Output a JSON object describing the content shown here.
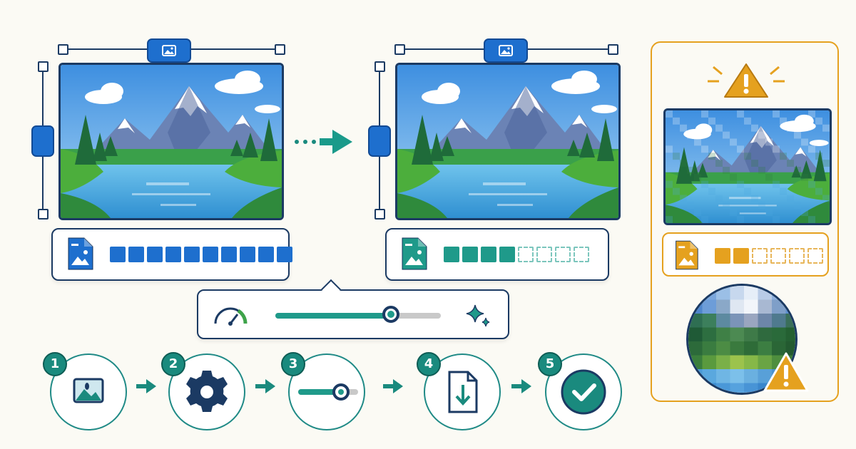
{
  "steps": [
    {
      "number": "1",
      "icon": "image-icon"
    },
    {
      "number": "2",
      "icon": "gear-icon"
    },
    {
      "number": "3",
      "icon": "slider-icon"
    },
    {
      "number": "4",
      "icon": "download-file-icon"
    },
    {
      "number": "5",
      "icon": "checkmark-icon"
    }
  ],
  "file_size_bars": {
    "original": {
      "filled": 10,
      "total": 10,
      "color": "#1e6fce"
    },
    "optimized": {
      "filled": 4,
      "total": 8,
      "color": "#1f9a8a"
    },
    "over_compressed": {
      "filled": 2,
      "total": 6,
      "color": "#e5a11f"
    }
  },
  "quality_slider": {
    "level": 0.7,
    "icons": [
      "speedometer-icon",
      "sparkle-icon"
    ]
  },
  "colors": {
    "blue": "#1e6fce",
    "teal": "#1f9a8a",
    "warning": "#e5a11f",
    "navy": "#1b3a63"
  }
}
